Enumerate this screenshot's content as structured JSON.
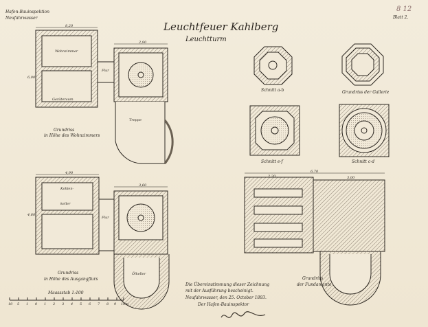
{
  "header": {
    "office_line1": "Hafen-Bauinspektion",
    "office_line2": "Neufahrwasser",
    "title": "Leuchtfeuer Kahlberg",
    "subtitle": "Leuchtturm",
    "sheet_no": "8 12",
    "sheet_label": "Blatt 2."
  },
  "views": {
    "upper_plan_caption_1": "Grundriss",
    "upper_plan_caption_2": "in Höhe des Wohnzimmers",
    "lower_plan_caption_1": "Grundriss",
    "lower_plan_caption_2": "in Höhe des Ausgangflurs",
    "section_ab": "Schnitt a-b",
    "gallery_plan": "Grundriss der Gallerie",
    "section_ef": "Schnitt e-f",
    "section_cd": "Schnitt c-d",
    "foundation_plan_1": "Grundriss",
    "foundation_plan_2": "der Fundamente"
  },
  "rooms": {
    "wohnzimmer": "Wohnzimmer",
    "flur": "Flur",
    "geraete": "Geräteraum",
    "treppe": "Treppe",
    "kohlen": "Kohlen-",
    "keller": "keller",
    "kellerflur": "Flur",
    "oelkeller": "Ölkeller"
  },
  "scale": {
    "label": "Maassstab 1:100",
    "ticks": [
      "10",
      "5",
      "1",
      "0",
      "1",
      "2",
      "3",
      "4",
      "5",
      "6",
      "7",
      "8",
      "9",
      "10m"
    ]
  },
  "approval": {
    "line1": "Die Übereinstimmung dieser Zeichnung",
    "line2": "mit der Ausführung bescheinigt.",
    "line3": "Neufahrwasser, den 25. October 1893.",
    "line4": "Der Hafen-Bauinspektor",
    "signature": "Wilhelms"
  },
  "dimensions": {
    "d1": "8,20",
    "d2": "2,90",
    "d3": "4,90",
    "d4": "3,60",
    "d5": "6,70",
    "d6": "2,20",
    "d7": "3,00",
    "d8": "4,60",
    "d9": "6,00"
  },
  "colors": {
    "paper": "#f1e9d8",
    "ink": "#2b2620",
    "hatch": "#8a7f70"
  }
}
